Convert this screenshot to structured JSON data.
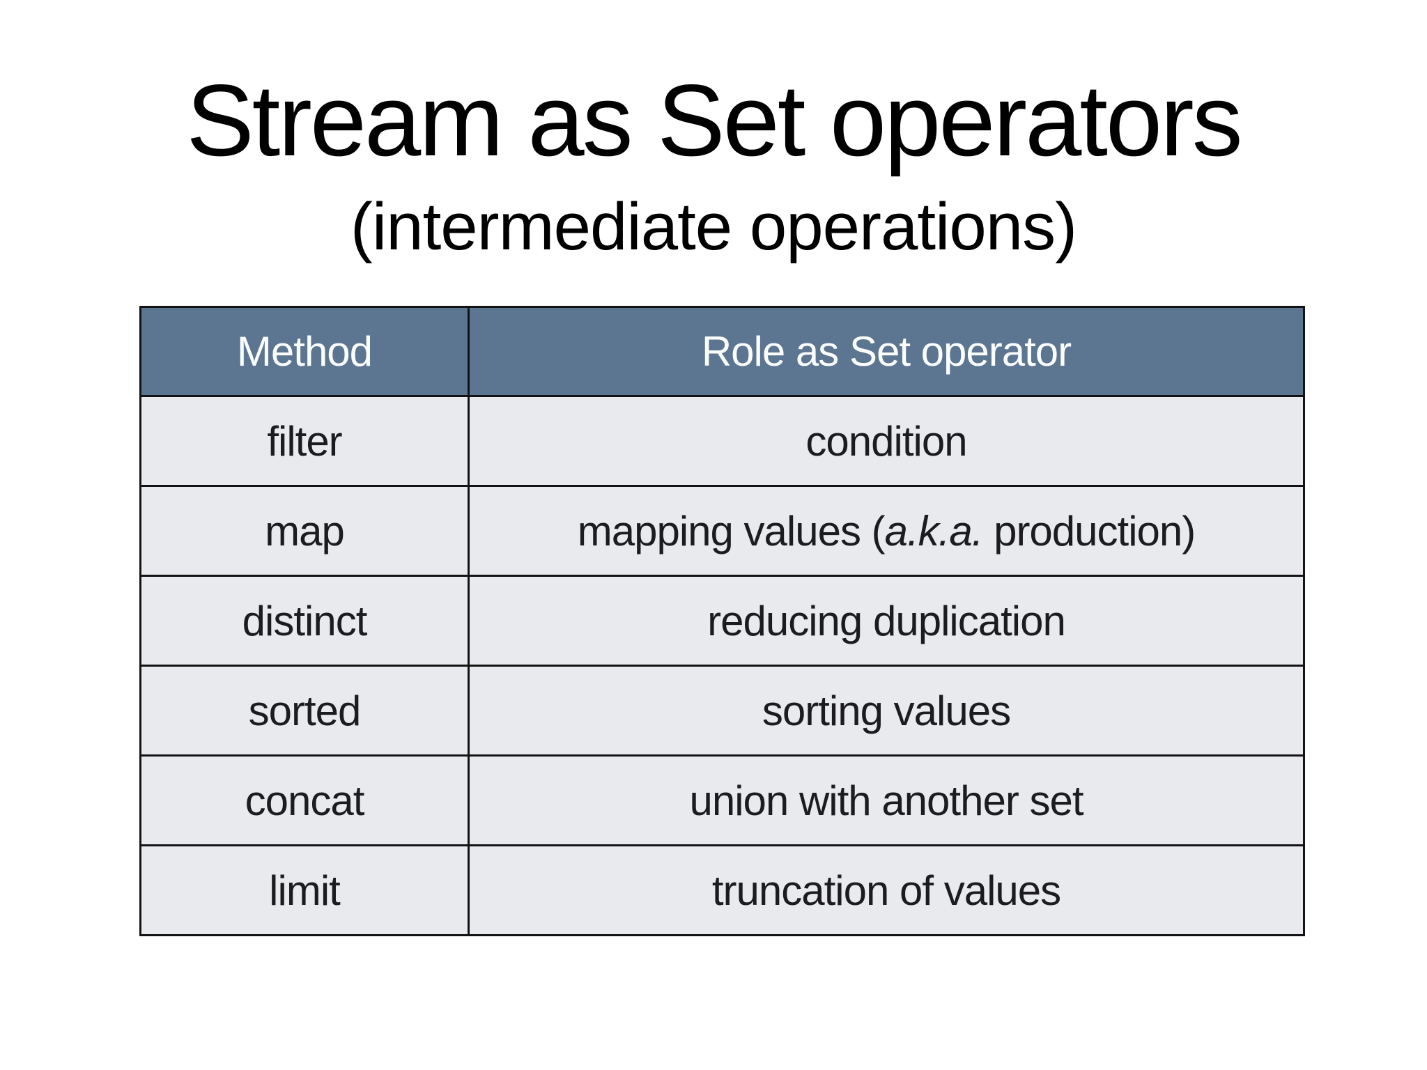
{
  "slide": {
    "title": "Stream as Set operators",
    "subtitle": "(intermediate operations)"
  },
  "colors": {
    "header_bg": "#5c7591",
    "header_text": "#fbfdfe",
    "row_bg": "#e9eaed",
    "border": "#131313",
    "title_text": "#000000",
    "body_text": "#1c1c1e",
    "page_bg": "#ffffff"
  },
  "table": {
    "headers": [
      "Method",
      "Role as Set operator"
    ],
    "rows": [
      {
        "method": "filter",
        "role_pre": "condition",
        "role_italic": "",
        "role_post": ""
      },
      {
        "method": "map",
        "role_pre": "mapping values (",
        "role_italic": "a.k.a.",
        "role_post": " production)"
      },
      {
        "method": "distinct",
        "role_pre": "reducing duplication",
        "role_italic": "",
        "role_post": ""
      },
      {
        "method": "sorted",
        "role_pre": "sorting values",
        "role_italic": "",
        "role_post": ""
      },
      {
        "method": "concat",
        "role_pre": "union with another set",
        "role_italic": "",
        "role_post": ""
      },
      {
        "method": "limit",
        "role_pre": "truncation of values",
        "role_italic": "",
        "role_post": ""
      }
    ]
  }
}
